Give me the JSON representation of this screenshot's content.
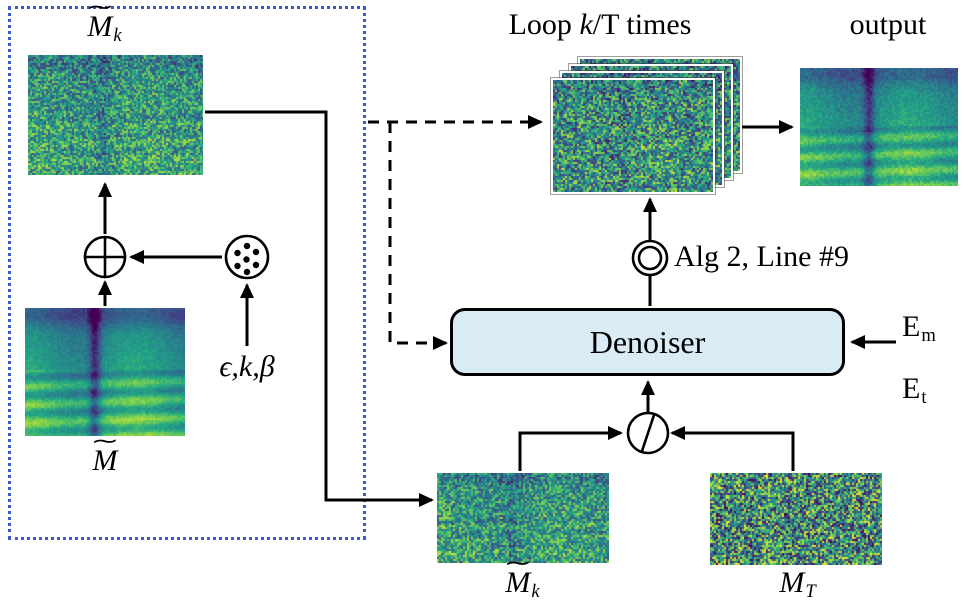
{
  "symbols": {
    "tilde": "∼",
    "M": "M",
    "k": "k",
    "T": "T",
    "E": "E",
    "m": "m",
    "t": "t"
  },
  "labels": {
    "noise_params": "ϵ,k,β",
    "loop_prefix": "Loop ",
    "loop_k": "k",
    "loop_suffix": "/T times",
    "output": "output",
    "alg_line": "Alg 2, Line #9",
    "denoiser": "Denoiser"
  },
  "colors": {
    "box_dotted_border": "#3d58c7",
    "denoiser_fill": "#d9ecf5",
    "arrow": "#000000"
  },
  "spectrograms": {
    "mk_top": {
      "style": "noisy",
      "seed": 11
    },
    "m_clean": {
      "style": "clean",
      "seed": 5
    },
    "loop_1": {
      "style": "noisier",
      "seed": 21
    },
    "loop_2": {
      "style": "noisier",
      "seed": 22
    },
    "loop_3": {
      "style": "noisier",
      "seed": 23
    },
    "loop_4": {
      "style": "noisier",
      "seed": 24
    },
    "output": {
      "style": "output",
      "seed": 6
    },
    "mk_bottom": {
      "style": "noisy",
      "seed": 31
    },
    "mt": {
      "style": "pure",
      "seed": 41
    }
  }
}
